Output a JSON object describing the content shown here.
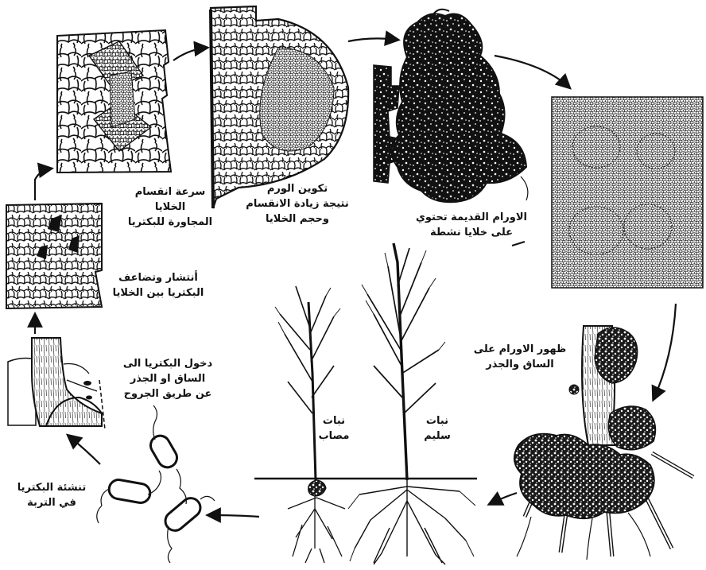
{
  "labels": {
    "rapid_division": [
      "سرعة انقسام",
      "الخلايا",
      "المجاورة للبكتريا"
    ],
    "tumor_formation": [
      "تكوين الورم",
      "نتيجة زيادة الانقسام",
      "وحجم الخلايا"
    ],
    "old_tumors": [
      "الاورام القديمة تحتوي",
      "على خلايا نشطة"
    ],
    "spread_multiply": [
      "أنتشار وتضاعف",
      "البكتريا بين الخلايا"
    ],
    "bacteria_entry": [
      "دخول البكتريا الى",
      "الساق او الجذر",
      "عن طريق الجروح"
    ],
    "tumors_appear": [
      "ظهور الاورام على",
      "الساق والجذر"
    ],
    "bacteria_soil": [
      "تنشئة البكتريا",
      "في التربة"
    ],
    "infected_plant": [
      "نبات",
      "مصاب"
    ],
    "healthy_plant": [
      "نبات",
      "سليم"
    ]
  },
  "stroke_color": "#111111"
}
